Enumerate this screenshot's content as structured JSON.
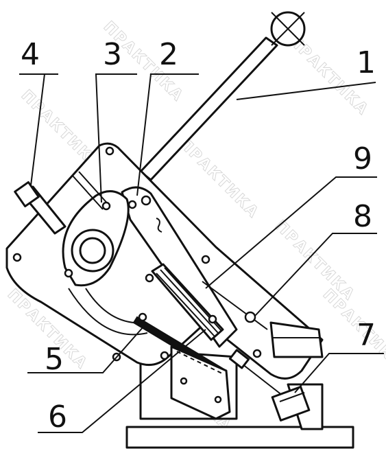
{
  "callouts": [
    {
      "id": "1",
      "label": "1"
    },
    {
      "id": "2",
      "label": "2"
    },
    {
      "id": "3",
      "label": "3"
    },
    {
      "id": "4",
      "label": "4"
    },
    {
      "id": "5",
      "label": "5"
    },
    {
      "id": "6",
      "label": "6"
    },
    {
      "id": "7",
      "label": "7"
    },
    {
      "id": "8",
      "label": "8"
    },
    {
      "id": "9",
      "label": "9"
    }
  ],
  "watermark": {
    "text": "ПРАКТИКА"
  },
  "colors": {
    "line": "#111111",
    "background": "#ffffff",
    "watermark": "#c8c8c8"
  }
}
